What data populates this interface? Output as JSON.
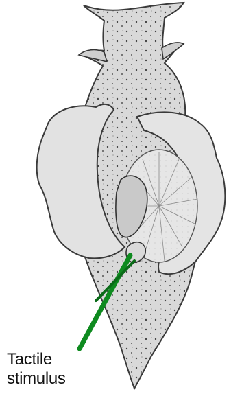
{
  "figure": {
    "subject": "aplysia-dorsal-view",
    "stimulus_color": "#0e8a1f",
    "body_fill": "#d7d7d7",
    "outline_color": "#3a3a3a"
  },
  "label": {
    "line1": "Tactile",
    "line2": "stimulus"
  }
}
